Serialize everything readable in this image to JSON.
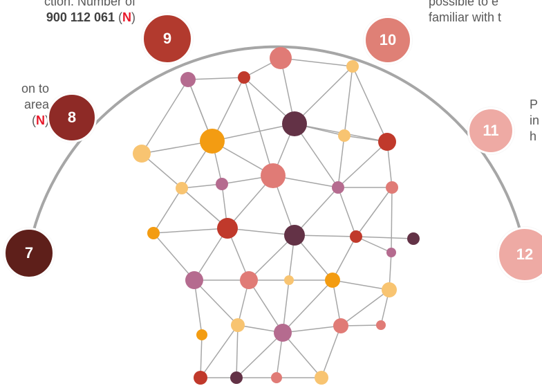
{
  "steps": [
    {
      "number": "7",
      "color": "#5e1f1a"
    },
    {
      "number": "8",
      "color": "#8e2a26"
    },
    {
      "number": "9",
      "color": "#b23a2e"
    },
    {
      "number": "10",
      "color": "#df8076"
    },
    {
      "number": "11",
      "color": "#eeaaa4"
    },
    {
      "number": "12",
      "color": "#eeaaa4"
    }
  ],
  "texts": {
    "t9_line1": "ction. Number of",
    "t9_line2_bold": "900 112 061",
    "t9_open": " (",
    "t9_n": "N",
    "t9_close": ")",
    "t8_line1": "on to",
    "t8_line2": "area",
    "t8_open": "(",
    "t8_n": "N",
    "t8_close": ")",
    "t10_line1": "possible to e",
    "t10_line2": "familiar with t",
    "t11_line1": "P",
    "t11_line2": "in",
    "t11_line3": "h"
  },
  "colors": {
    "arc": "#a6a6a6",
    "edge": "#a6a6a6",
    "dark_plum": "#633246",
    "red": "#c0392b",
    "salmon": "#e07b76",
    "orange": "#f39c12",
    "light_orange": "#f8c471",
    "mauve": "#b56b8f"
  }
}
